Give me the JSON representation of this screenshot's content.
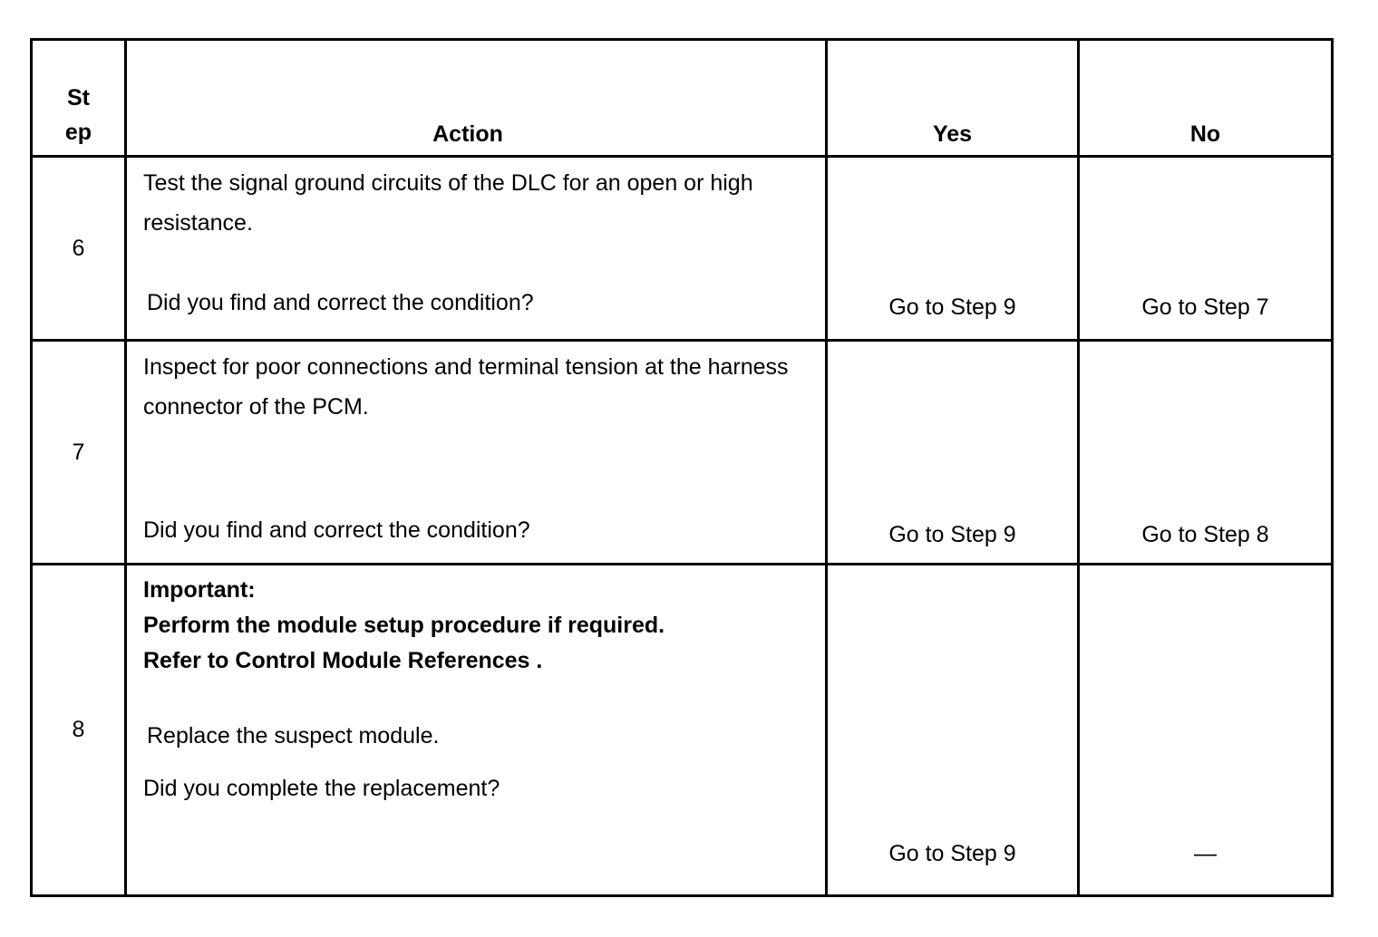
{
  "document": {
    "type": "diagnostic-procedure-table",
    "columns": [
      {
        "key": "step",
        "label_line1": "St",
        "label_line2": "ep"
      },
      {
        "key": "action",
        "label": "Action"
      },
      {
        "key": "yes",
        "label": "Yes"
      },
      {
        "key": "no",
        "label": "No"
      }
    ],
    "rows": [
      {
        "step": "6",
        "action_blocks": [
          {
            "text": "Test the signal ground circuits of the DLC for an open or high resistance.",
            "bold": false,
            "indent": false
          },
          {
            "text": "Did you find and correct the condition?",
            "bold": false,
            "indent": true
          }
        ],
        "yes": "Go to Step 9",
        "no": "Go to Step 7"
      },
      {
        "step": "7",
        "action_blocks": [
          {
            "text": "Inspect for poor connections and terminal tension at the harness connector of the PCM.",
            "bold": false,
            "indent": false
          },
          {
            "text": "Did you find and correct the condition?",
            "bold": false,
            "indent": false
          }
        ],
        "yes": "Go to Step 9",
        "no": "Go to Step 8"
      },
      {
        "step": "8",
        "action_blocks": [
          {
            "text": "Important:\nPerform the module setup procedure if required.\nRefer to Control Module References .",
            "bold": true,
            "indent": false
          },
          {
            "text": "Replace the suspect module.",
            "bold": false,
            "indent": true
          },
          {
            "text": "Did you complete the replacement?",
            "bold": false,
            "indent": false
          }
        ],
        "yes": "Go to Step 9",
        "no": "—"
      }
    ]
  },
  "colors": {
    "border": "#000000",
    "text": "#000000",
    "background": "#ffffff"
  }
}
